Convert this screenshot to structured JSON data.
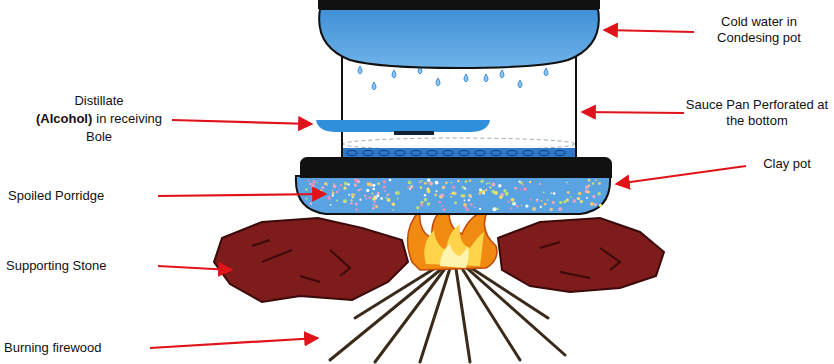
{
  "diagram": {
    "labels": [
      "Cold water in Condesing pot",
      "Distillate",
      "(Alcohol)",
      "in receiving Bole",
      "Sauce Pan Perforated at the bottom",
      "Clay pot",
      "Spoiled Porridge",
      "Supporting Stone",
      "Burning firewood"
    ]
  }
}
